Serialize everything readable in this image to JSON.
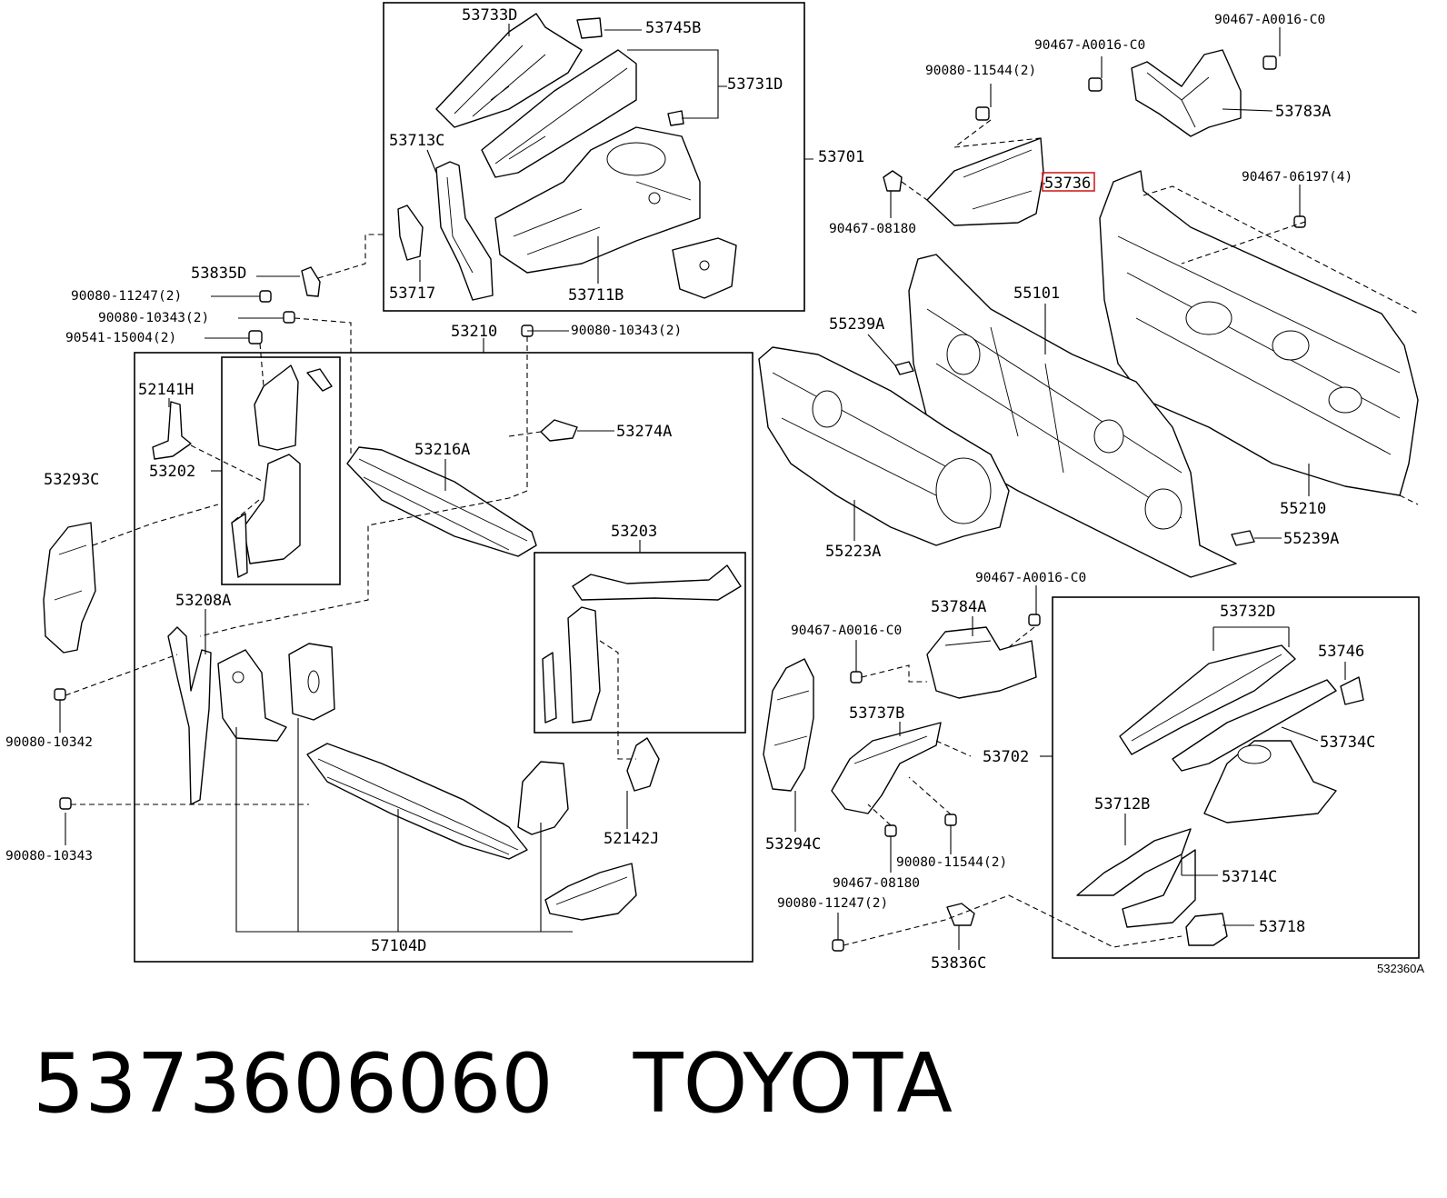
{
  "caption": {
    "part_number": "5373606060",
    "brand": "TOYOTA"
  },
  "diagram_code": "532360A",
  "highlighted_part": "53736",
  "labels": {
    "p53733D": "53733D",
    "p53745B": "53745B",
    "p53731D": "53731D",
    "p53713C": "53713C",
    "p53701": "53701",
    "p53717": "53717",
    "p53711B": "53711B",
    "p53835D": "53835D",
    "f90080_11247_a": "90080-11247(2)",
    "f90080_10343_a": "90080-10343(2)",
    "f90541_15004": "90541-15004(2)",
    "p53210": "53210",
    "f90080_10343_b": "90080-10343(2)",
    "p52141H": "52141H",
    "p53202": "53202",
    "p53293C": "53293C",
    "p53216A": "53216A",
    "p53274A": "53274A",
    "p53203": "53203",
    "p53208A": "53208A",
    "f90080_10342": "90080-10342",
    "f90080_10343_c": "90080-10343",
    "p52142J": "52142J",
    "p57104D": "57104D",
    "f90467_A0016_a": "90467-A0016-C0",
    "f90467_A0016_b": "90467-A0016-C0",
    "f90080_11544_a": "90080-11544(2)",
    "p53783A": "53783A",
    "p53736": "53736",
    "f90467_06197": "90467-06197(4)",
    "f90467_08180_a": "90467-08180",
    "p55101": "55101",
    "p55239A_a": "55239A",
    "p55210": "55210",
    "p55223A": "55223A",
    "p55239A_b": "55239A",
    "f90467_A0016_c": "90467-A0016-C0",
    "p53784A": "53784A",
    "f90467_A0016_d": "90467-A0016-C0",
    "p53737B": "53737B",
    "p53702": "53702",
    "p53294C": "53294C",
    "f90080_11544_b": "90080-11544(2)",
    "f90467_08180_b": "90467-08180",
    "f90080_11247_b": "90080-11247(2)",
    "p53836C": "53836C",
    "p53732D": "53732D",
    "p53746": "53746",
    "p53734C": "53734C",
    "p53712B": "53712B",
    "p53714C": "53714C",
    "p53718": "53718"
  },
  "colors": {
    "line": "#000000",
    "highlight": "#d31f1f",
    "background": "#ffffff"
  }
}
